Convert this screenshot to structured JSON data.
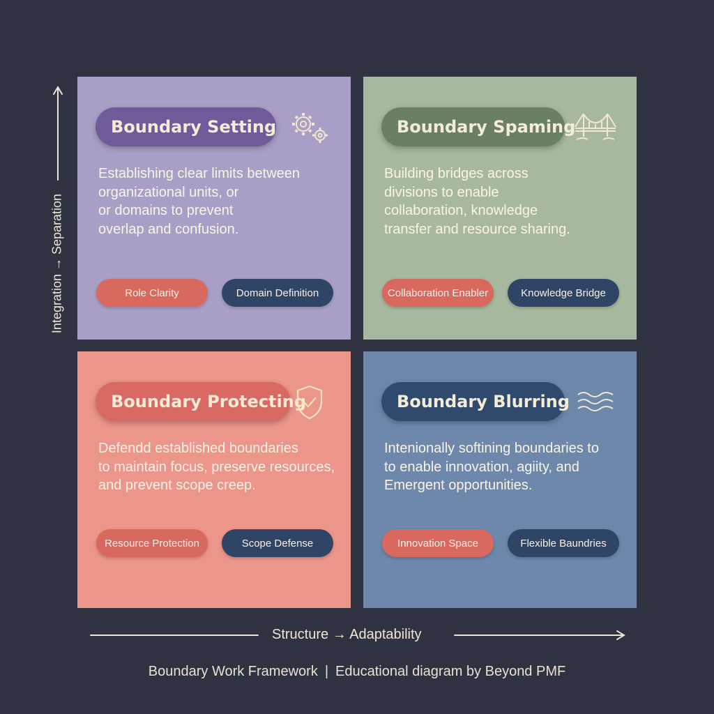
{
  "quadrants": {
    "setting": {
      "title": "Boundary Setting",
      "icon": "gears-icon",
      "desc": [
        "Establishing clear limits between",
        "organizational units, or",
        "or domains to prevent",
        "overlap and confusion."
      ],
      "tags": [
        "Role Clarity",
        "Domain Definition"
      ]
    },
    "spanning": {
      "title": "Boundary Spaming",
      "icon": "bridge-icon",
      "desc": [
        "Building bridges across",
        "divisions to enable",
        "collaboration, knowledge",
        "transfer and resource sharing."
      ],
      "tags": [
        "Collaboration Enabler",
        "Knowledge Bridge"
      ]
    },
    "protecting": {
      "title": "Boundary Protecting",
      "icon": "shield-check-icon",
      "desc": [
        "Defendd established boundaries",
        "to maintain focus, preserve resources,",
        "and prevent scope creep."
      ],
      "tags": [
        "Resource Protection",
        "Scope Defense"
      ]
    },
    "blurring": {
      "title": "Boundary Blurring",
      "icon": "waves-icon",
      "desc": [
        "Intenionally softining boundaries to",
        "to enable innovation, agiity, and",
        "Emergent opportunities."
      ],
      "tags": [
        "Innovation Space",
        "Flexible Baundries"
      ]
    }
  },
  "axes": {
    "y_label": "Integration → Separation",
    "x_label": "Structure → Adaptability"
  },
  "footer": {
    "left": "Boundary Work Framework",
    "separator": "|",
    "right": "Educational diagram by Beyond PMF"
  },
  "colors": {
    "background": "#2f3241",
    "setting": "#a99fc6",
    "spanning": "#a7b89e",
    "protecting": "#ec958a",
    "blurring": "#6d88ab",
    "text_light": "#f5ecd6"
  }
}
